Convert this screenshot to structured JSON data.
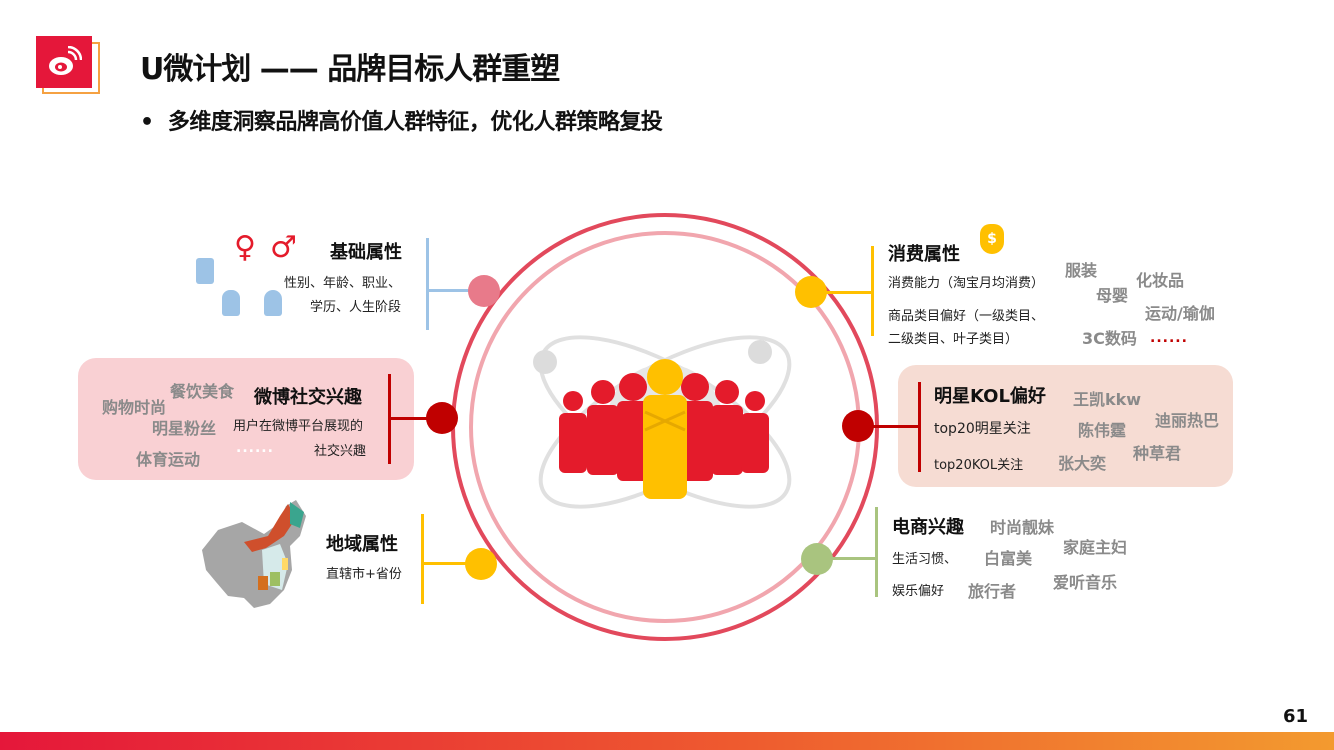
{
  "header": {
    "title": "U微计划 —— 品牌目标人群重塑",
    "subtitle": "多维度洞察品牌高价值人群特征，优化人群策略复投",
    "bullet": "•"
  },
  "categories": {
    "basic": {
      "title": "基础属性",
      "desc1": "性别、年龄、职业、",
      "desc2": "学历、人生阶段",
      "color": "#9dc3e6"
    },
    "social": {
      "title": "微博社交兴趣",
      "desc1": "用户在微博平台展现的",
      "desc2": "社交兴趣",
      "tags": [
        "餐饮美食",
        "购物时尚",
        "明星粉丝",
        "体育运动"
      ],
      "more": "......",
      "color": "#c00000"
    },
    "region": {
      "title": "地域属性",
      "desc1": "直辖市+省份",
      "color": "#ffc000"
    },
    "consumption": {
      "title": "消费属性",
      "desc1": "消费能力（淘宝月均消费）",
      "desc2": "商品类目偏好（一级类目、",
      "desc3": "二级类目、叶子类目）",
      "tags": [
        "服装",
        "化妆品",
        "母婴",
        "运动/瑜伽",
        "3C数码"
      ],
      "more": "......",
      "color": "#ffc000"
    },
    "kol": {
      "title": "明星KOL偏好",
      "desc1": "top20明星关注",
      "desc2": "top20KOL关注",
      "tags": [
        "王凯kkw",
        "迪丽热巴",
        "陈伟霆",
        "种草君",
        "张大奕"
      ],
      "color": "#c00000"
    },
    "ecommerce": {
      "title": "电商兴趣",
      "desc1": "生活习惯、",
      "desc2": "娱乐偏好",
      "tags": [
        "时尚靓妹",
        "家庭主妇",
        "白富美",
        "爱听音乐",
        "旅行者"
      ],
      "color": "#a9c47f"
    }
  },
  "page_number": "61",
  "colors": {
    "brand": "#e5173a",
    "accent": "#ffc000"
  }
}
